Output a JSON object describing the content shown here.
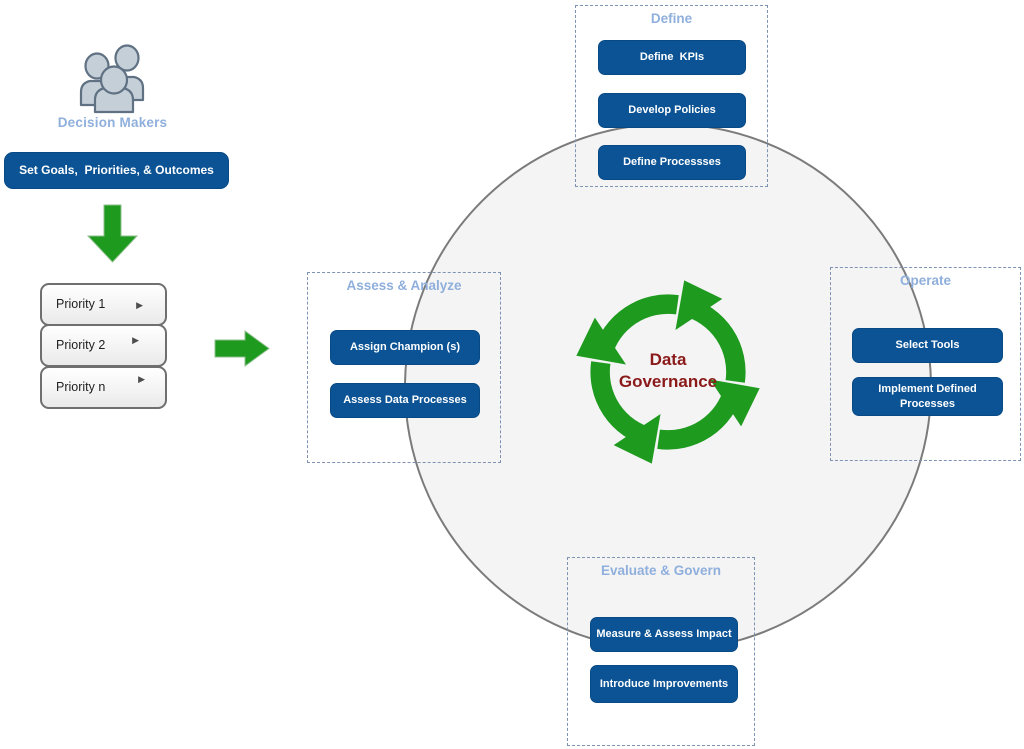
{
  "decision_makers": {
    "label": "Decision Makers",
    "action_label": "Set Goals,  Priorities, & Outcomes"
  },
  "priorities": {
    "items": [
      "Priority 1",
      "Priority 2",
      "Priority n"
    ],
    "marker": "▶"
  },
  "cycle_center": {
    "line1": "Data",
    "line2": "Governance"
  },
  "groups": {
    "define": {
      "title": "Define",
      "buttons": [
        "Define  KPIs",
        "Develop Policies",
        "Define Processses"
      ]
    },
    "assess_analyze": {
      "title": "Assess & Analyze",
      "buttons": [
        "Assign Champion (s)",
        "Assess Data Processes"
      ]
    },
    "operate": {
      "title": "Operate",
      "buttons": [
        "Select Tools",
        "Implement Defined Processes"
      ]
    },
    "evaluate_govern": {
      "title": "Evaluate & Govern",
      "buttons": [
        "Measure & Assess Impact",
        "Introduce Improvements"
      ]
    }
  },
  "icons": {
    "people": "people-icon",
    "arrow_down": "arrow-down-icon",
    "arrow_right": "arrow-right-icon",
    "cycle_arrows": "cycle-arrows-icon",
    "priority_marker": "triangle-right-icon"
  },
  "colors": {
    "button_blue": "#0b5394",
    "heading_blue": "#8fafdc",
    "arrow_green": "#1e9a1e",
    "center_maroon": "#8b1a1a",
    "circle_fill": "#f4f4f5",
    "circle_stroke": "#7b7b7b",
    "dashed_border": "#7e92b2",
    "priority_border": "#6f6f6f"
  }
}
